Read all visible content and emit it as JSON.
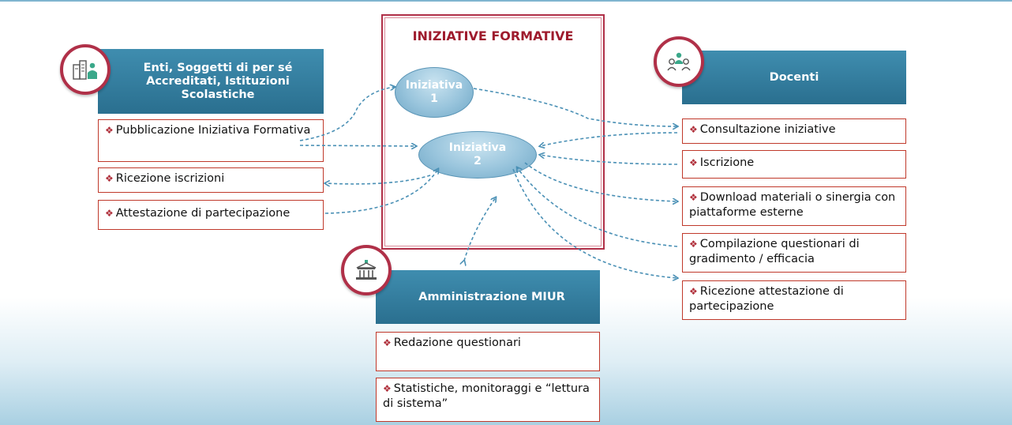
{
  "center": {
    "title": "INIZIATIVE FORMATIVE"
  },
  "iniziative": [
    {
      "line1": "Iniziativa",
      "line2": "1"
    },
    {
      "line1": "Iniziativa",
      "line2": "2"
    }
  ],
  "enti": {
    "header": "Enti, Soggetti di per sé Accreditati, Istituzioni Scolastiche",
    "icon": "buildings-person-icon",
    "items": [
      "Pubblicazione Iniziativa Formativa",
      "Ricezione iscrizioni",
      "Attestazione di partecipazione"
    ]
  },
  "docenti": {
    "header": "Docenti",
    "icon": "people-group-icon",
    "items": [
      "Consultazione iniziative",
      "Iscrizione",
      "Download materiali o sinergia con piattaforme esterne",
      "Compilazione questionari di gradimento / efficacia",
      "Ricezione attestazione di partecipazione"
    ]
  },
  "miur": {
    "header": "Amministrazione MIUR",
    "icon": "government-building-icon",
    "items": [
      "Redazione questionari",
      "Statistiche, monitoraggi e “lettura di sistema”"
    ]
  },
  "colors": {
    "accent": "#b03048",
    "header_blue": "#2f7596",
    "arrow": "#4a90b5"
  }
}
